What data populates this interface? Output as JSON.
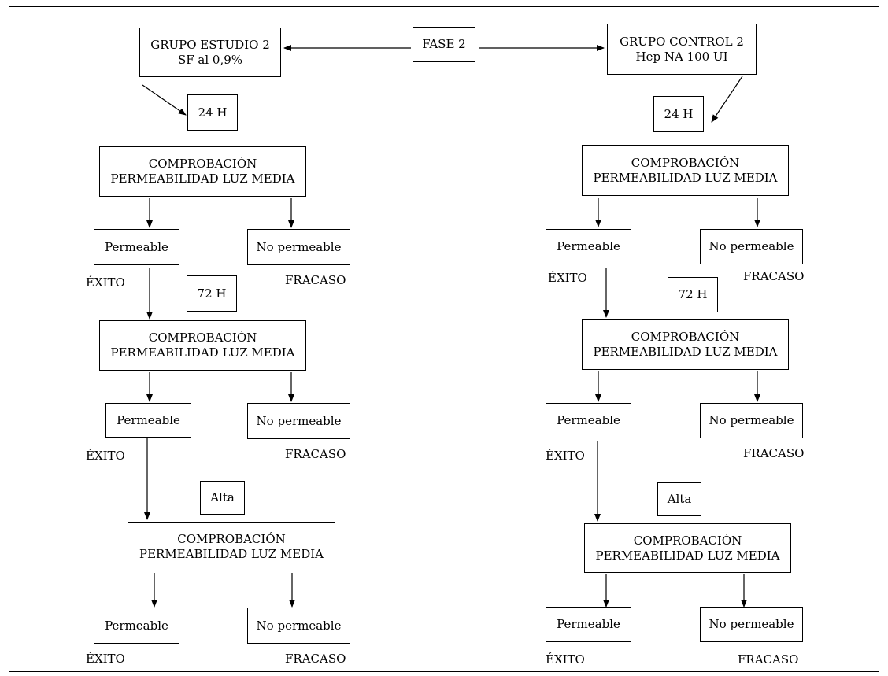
{
  "header": {
    "phase": "FASE 2"
  },
  "study": {
    "group_line1": "GRUPO ESTUDIO 2",
    "group_line2": "SF al 0,9%",
    "t24": "24 H",
    "t72": "72 H",
    "alta": "Alta"
  },
  "control": {
    "group_line1": "GRUPO CONTROL 2",
    "group_line2": "Hep NA 100 UI",
    "t24": "24 H",
    "t72": "72 H",
    "alta": "Alta"
  },
  "check": {
    "line1": "COMPROBACIÓN",
    "line2": "PERMEABILIDAD LUZ MEDIA"
  },
  "outcomes": {
    "permeable": "Permeable",
    "not_permeable": "No permeable",
    "success": "ÉXITO",
    "failure": "FRACASO"
  }
}
